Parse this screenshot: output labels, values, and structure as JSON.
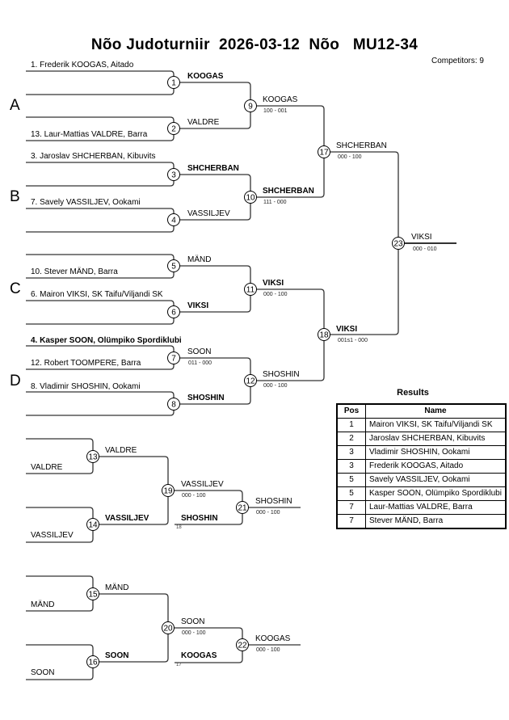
{
  "header": {
    "title": "Nõo Judoturniir  2026-03-12  Nõo   MU12-34",
    "competitors": "Competitors: 9"
  },
  "pools": [
    "A",
    "B",
    "C",
    "D"
  ],
  "entrants": {
    "e1": "1. Frederik KOOGAS, Aitado",
    "e13": "13. Laur-Mattias VALDRE, Barra",
    "e3": "3. Jaroslav SHCHERBAN, Kibuvits",
    "e7": "7. Savely VASSILJEV, Ookami",
    "e10": "10. Stever MÄND, Barra",
    "e6": "6. Mairon VIKSI, SK Taifu/Viljandi SK",
    "e4": "4. Kasper SOON, Olümpiko Spordiklubi",
    "e12": "12. Robert TOOMPERE, Barra",
    "e8": "8. Vladimir SHOSHIN, Ookami"
  },
  "matches": {
    "m1": {
      "no": "1",
      "winner": "KOOGAS"
    },
    "m2": {
      "no": "2",
      "winner": "VALDRE"
    },
    "m3": {
      "no": "3",
      "winner": "SHCHERBAN"
    },
    "m4": {
      "no": "4",
      "winner": "VASSILJEV"
    },
    "m5": {
      "no": "5",
      "winner": "MÄND"
    },
    "m6": {
      "no": "6",
      "winner": "VIKSI"
    },
    "m7": {
      "no": "7",
      "winner": "SOON",
      "score": "011 - 000"
    },
    "m8": {
      "no": "8",
      "winner": "SHOSHIN"
    },
    "m9": {
      "no": "9",
      "winner": "KOOGAS",
      "score": "100 - 001"
    },
    "m10": {
      "no": "10",
      "winner": "SHCHERBAN",
      "score": "111 - 000"
    },
    "m11": {
      "no": "11",
      "winner": "VIKSI",
      "score": "000 - 100"
    },
    "m12": {
      "no": "12",
      "winner": "SHOSHIN",
      "score": "000 - 100"
    },
    "m17": {
      "no": "17",
      "winner": "SHCHERBAN",
      "score": "000 - 100"
    },
    "m18": {
      "no": "18",
      "winner": "VIKSI",
      "score": "001s1 - 000"
    },
    "m23": {
      "no": "23",
      "winner": "VIKSI",
      "score": "000 - 010"
    },
    "m13": {
      "no": "13",
      "in_bottom": "VALDRE",
      "winner": "VALDRE"
    },
    "m14": {
      "no": "14",
      "in_bottom": "VASSILJEV",
      "winner": "VASSILJEV"
    },
    "m19": {
      "no": "19",
      "winner": "VASSILJEV",
      "score": "000 - 100",
      "cross_in": "SHOSHIN",
      "cross_ref": "18"
    },
    "m21": {
      "no": "21",
      "winner": "SHOSHIN",
      "score": "000 - 100"
    },
    "m15": {
      "no": "15",
      "in_bottom": "MÄND",
      "winner": "MÄND"
    },
    "m16": {
      "no": "16",
      "in_bottom": "SOON",
      "winner": "SOON"
    },
    "m20": {
      "no": "20",
      "winner": "SOON",
      "score": "000 - 100",
      "cross_in": "KOOGAS",
      "cross_ref": "17"
    },
    "m22": {
      "no": "22",
      "winner": "KOOGAS",
      "score": "000 - 100"
    }
  },
  "results": {
    "title": "Results",
    "headers": [
      "Pos",
      "Name"
    ],
    "rows": [
      {
        "pos": "1",
        "name": "Mairon VIKSI, SK Taifu/Viljandi SK"
      },
      {
        "pos": "2",
        "name": "Jaroslav SHCHERBAN, Kibuvits"
      },
      {
        "pos": "3",
        "name": "Vladimir SHOSHIN, Ookami"
      },
      {
        "pos": "3",
        "name": "Frederik KOOGAS, Aitado"
      },
      {
        "pos": "5",
        "name": "Savely VASSILJEV, Ookami"
      },
      {
        "pos": "5",
        "name": "Kasper SOON, Olümpiko Spordiklubi"
      },
      {
        "pos": "7",
        "name": "Laur-Mattias VALDRE, Barra"
      },
      {
        "pos": "7",
        "name": "Stever MÄND, Barra"
      }
    ]
  }
}
